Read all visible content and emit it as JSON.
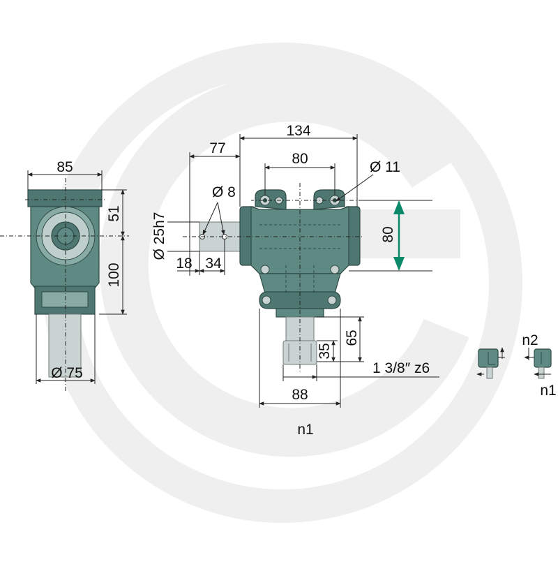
{
  "dimensions": {
    "width_85": "85",
    "height_51": "51",
    "height_100": "100",
    "dia_75": "Ø 75",
    "len_77": "77",
    "len_134": "134",
    "len_80_top": "80",
    "dia_11": "Ø 11",
    "dia_8": "Ø 8",
    "shaft_25h7": "Ø 25h7",
    "len_18": "18",
    "len_34": "34",
    "height_80": "80",
    "height_65": "65",
    "height_35": "35",
    "spline": "1 3/8″ z6",
    "len_88": "88"
  },
  "labels": {
    "n1_main": "n1",
    "n1_small": "n1",
    "n2_small": "n2"
  },
  "colors": {
    "body": "#5f8a84",
    "accent": "#0b8a6a",
    "watermark": "#ececec"
  }
}
